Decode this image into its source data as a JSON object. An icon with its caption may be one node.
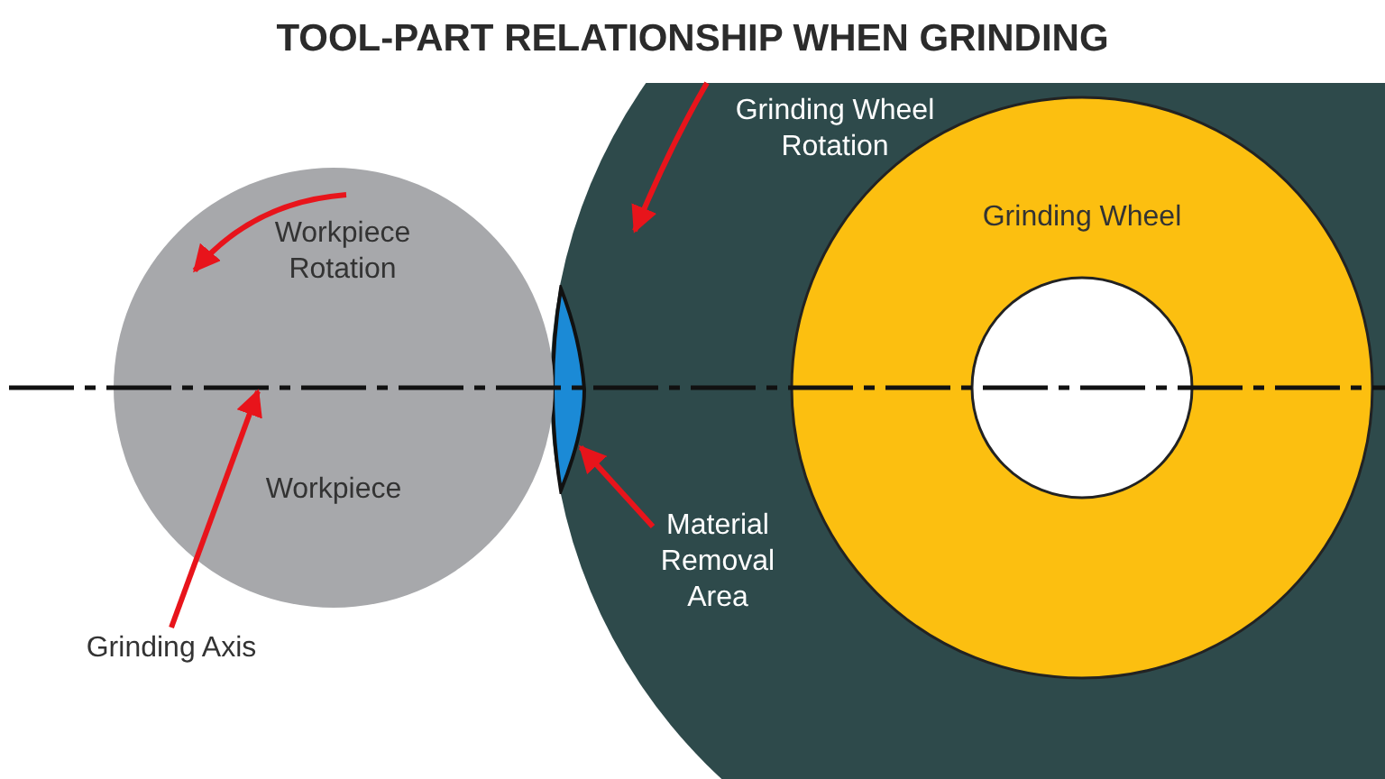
{
  "diagram": {
    "title": "TOOL-PART RELATIONSHIP WHEN GRINDING",
    "nodes": [
      {
        "text": [
          "Workpiece"
        ]
      },
      {
        "text": [],
        "shape": "circle"
      },
      {
        "text": [
          "Grinding Wheel"
        ],
        "in": 1
      },
      {
        "text": [],
        "shape": "circle",
        "in": 2
      },
      {
        "text": [],
        "shape": "lens",
        "in": 1
      },
      {
        "text": [
          "Material Removal Area"
        ],
        "in": 1
      },
      {
        "text": [
          "Grinding Axis"
        ]
      },
      {
        "text": [],
        "shape": "line"
      }
    ],
    "edges": [
      {
        "from": 5,
        "to": 4,
        "arrow": "to"
      },
      {
        "from": 6,
        "to": 7,
        "arrow": "to"
      }
    ],
    "labels": [
      "Grinding Wheel Rotation",
      "Workpiece Rotation"
    ]
  }
}
